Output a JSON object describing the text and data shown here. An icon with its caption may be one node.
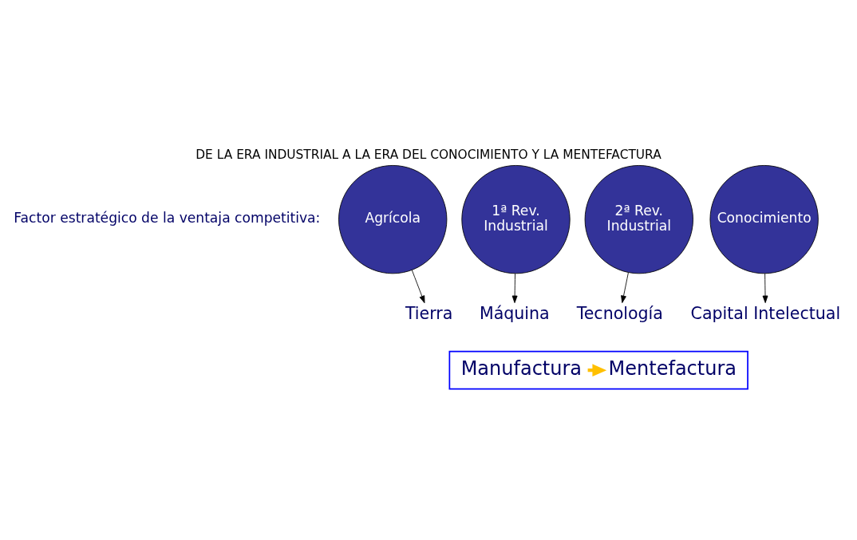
{
  "diagram": {
    "title": "DE LA ERA INDUSTRIAL A LA ERA DEL CONOCIMIENTO Y LA MENTEFACTURA",
    "nodes": [
      {
        "text": [
          "Agrícola"
        ]
      },
      {
        "text": [
          "1ª Rev. Industrial"
        ]
      },
      {
        "text": [
          "2ª Rev. Industrial"
        ]
      },
      {
        "text": [
          "Conocimiento"
        ]
      },
      {
        "text": [
          "Tierra"
        ]
      },
      {
        "text": [
          "Máquina"
        ]
      },
      {
        "text": [
          "Tecnología"
        ]
      },
      {
        "text": [
          "Capital Intelectual"
        ]
      },
      {
        "text": [],
        "shape": "arrow"
      },
      {
        "text": [
          "Manufactura"
        ],
        "in": 8
      },
      {
        "text": [
          "Mentefactura"
        ],
        "in": 8
      }
    ],
    "edges": [
      {
        "from": 0,
        "to": 4,
        "arrow": "to"
      },
      {
        "from": 1,
        "to": 5,
        "arrow": "to"
      },
      {
        "from": 2,
        "to": 6,
        "arrow": "to"
      },
      {
        "from": 3,
        "to": 7,
        "arrow": "to"
      },
      {
        "from": 9,
        "to": 10,
        "arrow": "to",
        "style": "thick",
        "color": "#ffc000"
      }
    ],
    "labels": [
      "Factor estratégico de la ventaja competitiva:"
    ]
  }
}
